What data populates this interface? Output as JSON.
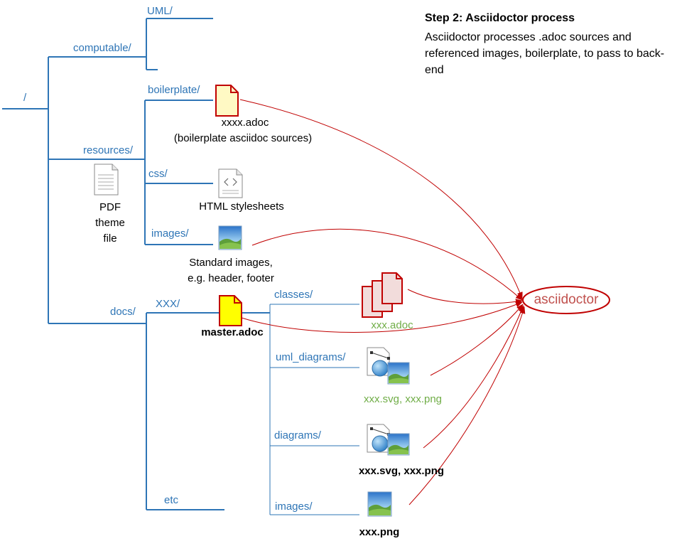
{
  "step": {
    "title": "Step 2: Asciidoctor process",
    "description": "Asciidoctor processes .adoc sources and referenced images, boilerplate, to pass to back-end"
  },
  "tree": {
    "root": "/",
    "computable": "computable/",
    "uml": "UML/",
    "resources": "resources/",
    "boilerplate": "boilerplate/",
    "css": "css/",
    "images": "images/",
    "docs": "docs/",
    "xxx": "XXX/",
    "classes": "classes/",
    "uml_diagrams": "uml_diagrams/",
    "diagrams": "diagrams/",
    "doc_images": "images/",
    "etc": "etc"
  },
  "captions": {
    "boilerplate_file": "xxxx.adoc",
    "boilerplate_desc": "(boilerplate asciidoc sources)",
    "pdf_line1": "PDF",
    "pdf_line2": "theme",
    "pdf_line3": "file",
    "css_file": "HTML stylesheets",
    "std_images_line1": "Standard images,",
    "std_images_line2": "e.g. header, footer",
    "master": "master.adoc",
    "classes_file": "xxx.adoc",
    "uml_diagrams_file": "xxx.svg, xxx.png",
    "diagrams_file": "xxx.svg, xxx.png",
    "images_file": "xxx.png"
  },
  "processor": {
    "label": "asciidoctor"
  },
  "colors": {
    "tree_line": "#2E75B6",
    "arrow": "#C00000",
    "processor_text": "#C0504D",
    "green_text": "#70AD47",
    "adoc_fill": "#FFF9C4",
    "master_fill": "#FFFF00",
    "page_fill": "#F2DCDB"
  }
}
